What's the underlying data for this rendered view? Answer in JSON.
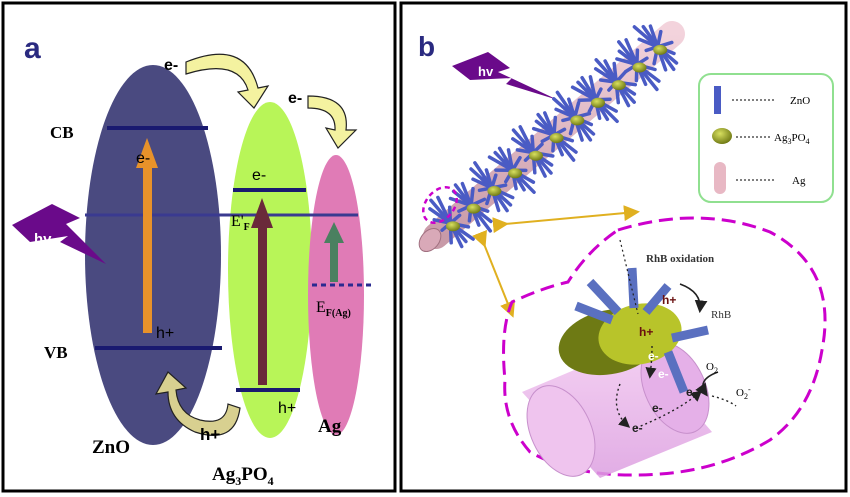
{
  "panel_a": {
    "label": "a",
    "cb": "CB",
    "vb": "VB",
    "hv": "hv",
    "zno": "ZnO",
    "ag3po4_base": "Ag",
    "ag3po4_sub3": "3",
    "ag3po4_mid": "PO",
    "ag3po4_sub4": "4",
    "ag": "Ag",
    "e_minus": "e-",
    "h_plus": "h+",
    "ef_prime_base": "E'",
    "ef_prime_sub": "F",
    "ef_ag_base": "E",
    "ef_ag_sub": "F(Ag)"
  },
  "panel_b": {
    "label": "b",
    "hv": "hv",
    "legend": [
      {
        "name": "ZnO",
        "color": "#4a5bc4"
      },
      {
        "name": "Ag3PO4",
        "color": "#9aaa10"
      },
      {
        "name": "Ag",
        "color": "#e8b8c4"
      }
    ],
    "legend_ag3_base": "Ag",
    "legend_ag3_sub3": "3",
    "legend_ag3_mid": "PO",
    "legend_ag3_sub4": "4",
    "rhb_oxidation": "RhB oxidation",
    "rhb": "RhB",
    "o2_base": "O",
    "o2_sub": "2",
    "o2m_base": "O",
    "o2m_sub": "2",
    "o2m_sup": "-",
    "e_minus": "e-",
    "h_plus": "h+"
  },
  "colors": {
    "zno_band": "#4a4a80",
    "ag3po4_band": "#b8f558",
    "ag_band": "#e07bb6",
    "level_line": "#1a1a70",
    "accent_purple": "#6a0a8a",
    "arrow_orange": "#e8922a",
    "arrow_maroon": "#6a2a3a",
    "arrow_green": "#4a8060",
    "magenta_dash": "#cc00cc",
    "gold_arrow": "#e0b020",
    "legend_border": "#90e090"
  }
}
